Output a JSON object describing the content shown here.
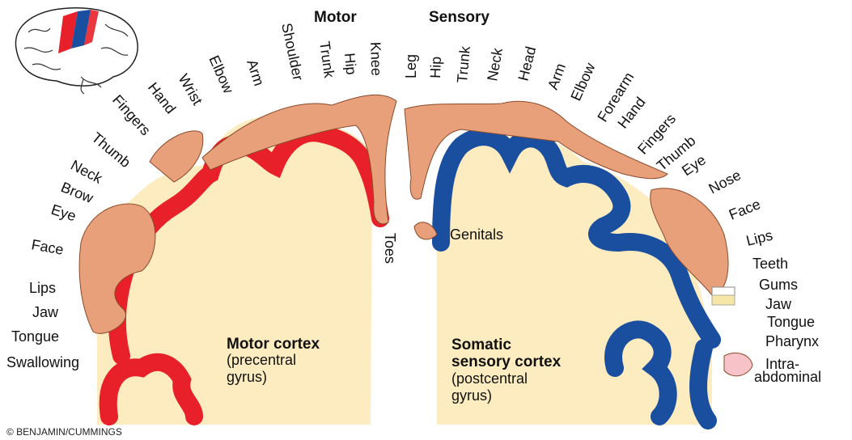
{
  "headers": {
    "motor": "Motor",
    "sensory": "Sensory"
  },
  "motor_labels": [
    "Swallowing",
    "Tongue",
    "Jaw",
    "Lips",
    "Face",
    "Eye",
    "Brow",
    "Neck",
    "Thumb",
    "Fingers",
    "Hand",
    "Wrist",
    "Elbow",
    "Arm",
    "Shoulder",
    "Trunk",
    "Hip",
    "Knee",
    "Toes"
  ],
  "sensory_labels": [
    "Leg",
    "Hip",
    "Trunk",
    "Neck",
    "Head",
    "Arm",
    "Elbow",
    "Forearm",
    "Hand",
    "Fingers",
    "Thumb",
    "Eye",
    "Nose",
    "Face",
    "Lips",
    "Teeth",
    "Gums",
    "Jaw",
    "Tongue",
    "Pharynx",
    "Intra-",
    "abdominal",
    "Genitals"
  ],
  "motor_caption": {
    "title": "Motor cortex",
    "line1": "(precentral",
    "line2": "gyrus)"
  },
  "sensory_caption": {
    "title1": "Somatic",
    "title2": "sensory cortex",
    "line1": "(postcentral",
    "line2": "gyrus)"
  },
  "copyright": "© BENJAMIN/CUMMINGS",
  "colors": {
    "motor": "#e8202a",
    "sensory": "#1a4fa0",
    "tissue": "#fdecc0",
    "figure": "#e8a07a"
  }
}
